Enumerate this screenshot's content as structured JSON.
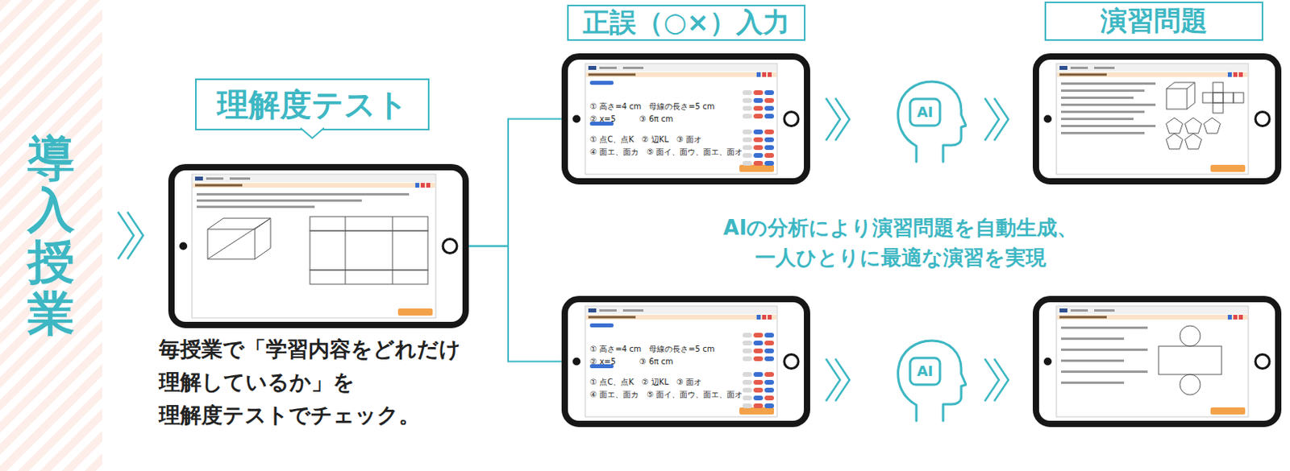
{
  "diagram": {
    "nodes": [
      {
        "text": [
          "導入授業"
        ]
      },
      {
        "text": [
          "理解度テスト"
        ]
      },
      {
        "text": [
          "毎授業で「学習内容をどれだけ 理解しているか」を 理解度テストでチェック。"
        ]
      },
      {
        "text": [
          "正誤（○×）入力"
        ]
      },
      {
        "text": [
          "① 高さ=4 cm　母線の長さ=5 cm",
          "② x=5　　　③ 6π cm",
          "① 点C、点K　② 辺KL　③ 面オ",
          "④ 面エ、面カ　⑤ 面イ、面ウ、面エ、面オ"
        ]
      },
      {
        "text": [
          "AI"
        ]
      },
      {
        "text": [
          "演習問題"
        ]
      },
      {
        "text": [
          "① 高さ=4 cm　母線の長さ=5 cm",
          "② x=5　　　③ 6π cm",
          "① 点C、点K　② 辺KL　③ 面オ",
          "④ 面エ、面カ　⑤ 面イ、面ウ、面エ、面オ"
        ]
      },
      {
        "text": [
          "AI"
        ]
      }
    ],
    "edges": [
      {
        "from": 2,
        "to": 4,
        "arrow": "none"
      },
      {
        "from": 2,
        "to": 7,
        "arrow": "none"
      }
    ],
    "labels": [
      "AIの分析により演習問題を自動生成、 一人ひとりに最適な演習を実現"
    ]
  }
}
